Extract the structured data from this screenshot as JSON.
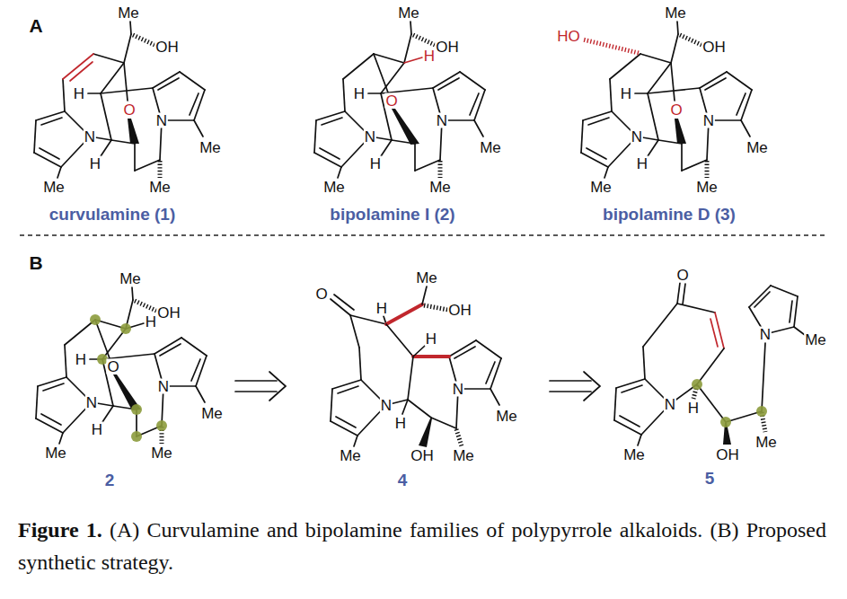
{
  "diagram": {
    "caption": "Figure 1. (A) Curvulamine and bipolamine families of polypyrrole alkaloids. (B) Proposed synthetic strategy.",
    "labels": [
      "A",
      "Me",
      "OH",
      "O",
      "H",
      "N",
      "H",
      "N",
      "Me",
      "Me",
      "Me",
      "curvulamine (1)",
      "Me",
      "OH",
      "O",
      "H",
      "H",
      "N",
      "H",
      "N",
      "Me",
      "Me",
      "Me",
      "bipolamine I (2)",
      "HO",
      "Me",
      "OH",
      "O",
      "H",
      "N",
      "H",
      "N",
      "Me",
      "Me",
      "Me",
      "bipolamine D (3)",
      "B",
      "Me",
      "OH",
      "O",
      "H",
      "H",
      "N",
      "H",
      "N",
      "Me",
      "Me",
      "Me",
      "2",
      "O",
      "Me",
      "H",
      "OH",
      "H",
      "N",
      "H",
      "N",
      "Me",
      "Me",
      "OH",
      "Me",
      "4",
      "O",
      "N",
      "H",
      "Me",
      "OH",
      "Me",
      "N",
      "Me",
      "5"
    ]
  }
}
